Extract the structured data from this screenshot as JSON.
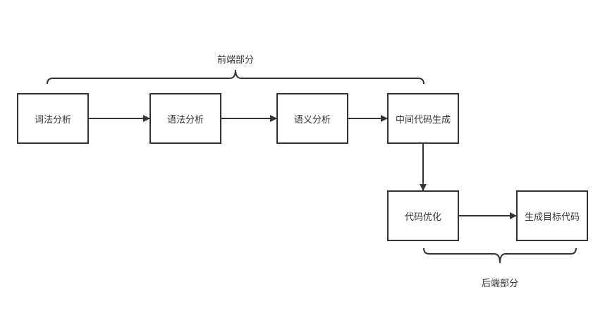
{
  "diagram": {
    "nodes": [
      {
        "id": "lexical",
        "label": "词法分析"
      },
      {
        "id": "syntax",
        "label": "语法分析"
      },
      {
        "id": "semantic",
        "label": "语义分析"
      },
      {
        "id": "ir",
        "label": "中间代码生成"
      },
      {
        "id": "optimize",
        "label": "代码优化"
      },
      {
        "id": "codegen",
        "label": "生成目标代码"
      }
    ],
    "edges": [
      {
        "from": "lexical",
        "to": "syntax"
      },
      {
        "from": "syntax",
        "to": "semantic"
      },
      {
        "from": "semantic",
        "to": "ir"
      },
      {
        "from": "ir",
        "to": "optimize"
      },
      {
        "from": "optimize",
        "to": "codegen"
      }
    ],
    "groups": {
      "frontend": {
        "label": "前端部分",
        "members": [
          "lexical",
          "syntax",
          "semantic",
          "ir"
        ]
      },
      "backend": {
        "label": "后端部分",
        "members": [
          "optimize",
          "codegen"
        ]
      }
    },
    "colors": {
      "stroke": "#333333",
      "text": "#333333",
      "background": "#ffffff"
    }
  }
}
